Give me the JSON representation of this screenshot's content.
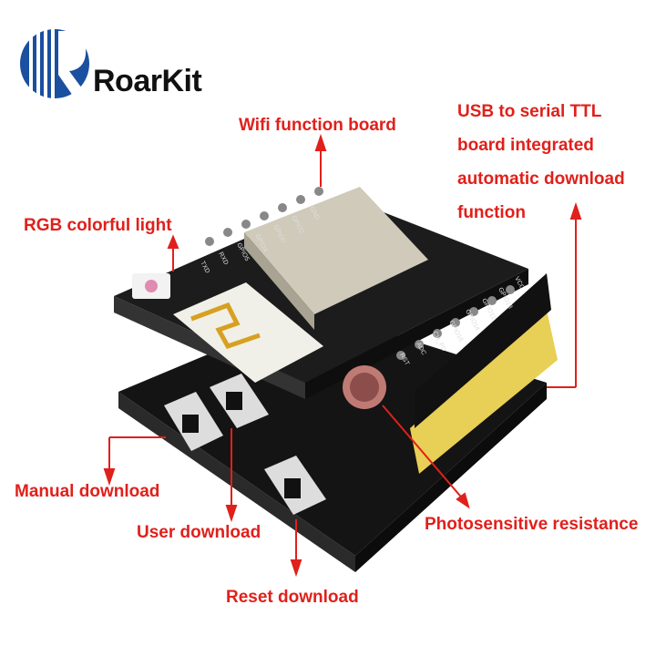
{
  "brand": {
    "name": "RoarKit"
  },
  "labels": {
    "wifi": "Wifi function board",
    "usb_lines": [
      "USB to serial TTL",
      "board integrated",
      "automatic download",
      "function"
    ],
    "rgb": "RGB colorful light",
    "manual": "Manual download",
    "user": "User download",
    "reset": "Reset download",
    "photo": "Photosensitive resistance"
  },
  "pins_left": [
    "GND",
    "GPIO2",
    "GPIO0",
    "GPIO4",
    "GPIO5",
    "RXD",
    "TXD"
  ],
  "pins_right": [
    "VCC",
    "GPIO13",
    "GPIO12",
    "GPIO14",
    "GPIO16",
    "CH_PD",
    "ADC",
    "RST"
  ],
  "colors": {
    "accent": "#e0201b",
    "pcb": "#1a1a1a",
    "logo": "#1b4fa0"
  }
}
